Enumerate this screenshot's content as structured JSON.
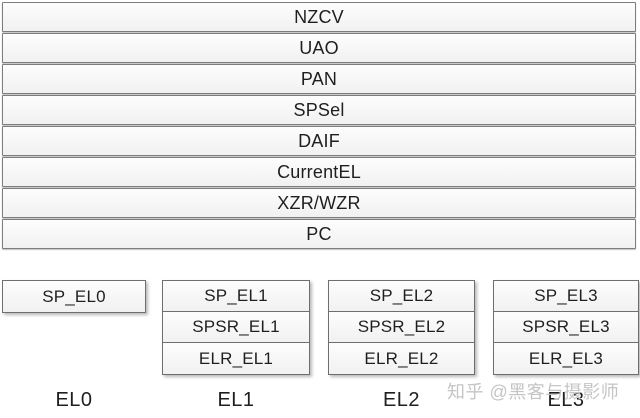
{
  "diagram": {
    "description": "AArch64 special and banked register diagram",
    "system_registers": [
      "NZCV",
      "UAO",
      "PAN",
      "SPSel",
      "DAIF",
      "CurrentEL",
      "XZR/WZR",
      "PC"
    ],
    "el_columns": [
      {
        "label": "EL0",
        "boxes": [
          "SP_EL0"
        ]
      },
      {
        "label": "EL1",
        "boxes": [
          "SP_EL1",
          "SPSR_EL1",
          "ELR_EL1"
        ]
      },
      {
        "label": "EL2",
        "boxes": [
          "SP_EL2",
          "SPSR_EL2",
          "ELR_EL2"
        ]
      },
      {
        "label": "EL3",
        "boxes": [
          "SP_EL3",
          "SPSR_EL3",
          "ELR_EL3"
        ]
      }
    ],
    "watermark": "知乎 @黑客与摄影师"
  },
  "colors": {
    "border_gray": "#7d7d7d",
    "box_border": "#6e6e6e",
    "text_dark": "#1f1f1f",
    "watermark_gray": "#c5c5c5",
    "fill_top": "#fdfdfd",
    "fill_bottom": "#f1f1f1"
  }
}
